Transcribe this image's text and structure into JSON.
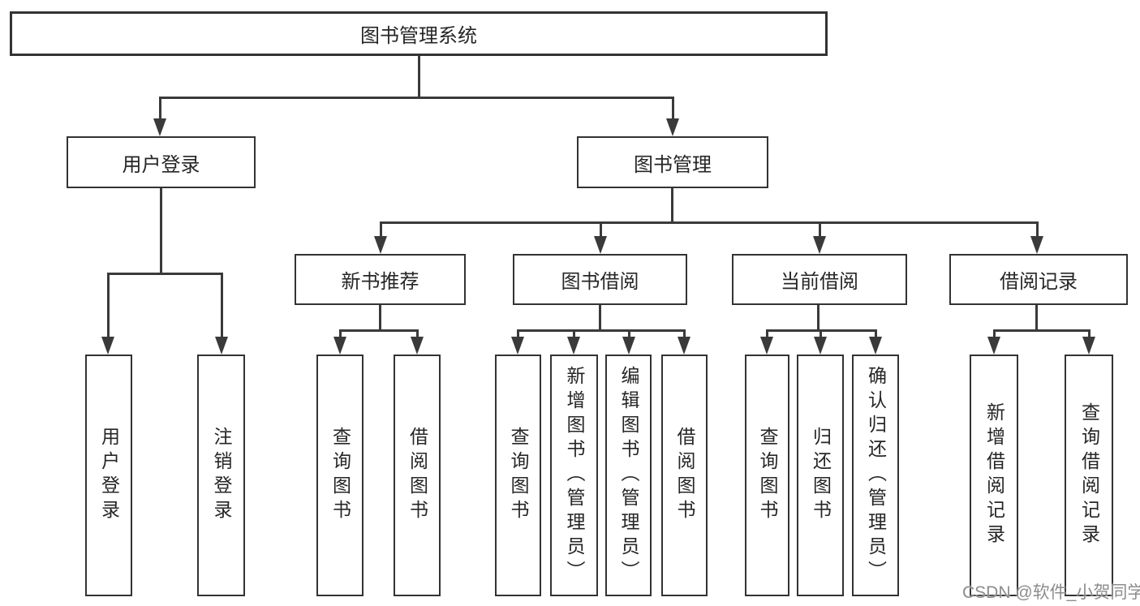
{
  "colors": {
    "line": "#3a3a3a",
    "box_border": "#333333",
    "box_background": "#ffffff",
    "text": "#262626",
    "watermark": "#8c8c8c"
  },
  "watermark": {
    "text": "CSDN @软件_小贺同学"
  },
  "diagram": {
    "type": "tree",
    "root": {
      "label": "图书管理系统"
    },
    "branches": [
      {
        "label": "用户登录",
        "children": [
          {
            "label": "用户登录"
          },
          {
            "label": "注销登录"
          }
        ]
      },
      {
        "label": "图书管理",
        "children": [
          {
            "label": "新书推荐",
            "children": [
              {
                "label": "查询图书"
              },
              {
                "label": "借阅图书"
              }
            ]
          },
          {
            "label": "图书借阅",
            "children": [
              {
                "label": "查询图书"
              },
              {
                "label": "新增图书（管理员）"
              },
              {
                "label": "编辑图书（管理员）"
              },
              {
                "label": "借阅图书"
              }
            ]
          },
          {
            "label": "当前借阅",
            "children": [
              {
                "label": "查询图书"
              },
              {
                "label": "归还图书"
              },
              {
                "label": "确认归还（管理员）"
              }
            ]
          },
          {
            "label": "借阅记录",
            "children": [
              {
                "label": "新增借阅记录"
              },
              {
                "label": "查询借阅记录"
              }
            ]
          }
        ]
      }
    ]
  }
}
